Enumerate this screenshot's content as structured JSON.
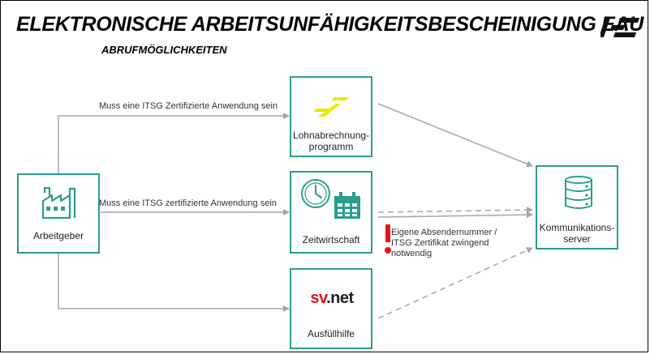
{
  "header": {
    "title": "ELEKTRONISCHE ARBEITSUNFÄHIGKEITSBESCHEINIGUNG EAU",
    "subtitle": "ABRUFMÖGLICHKEITEN"
  },
  "nodes": {
    "arbeitgeber": "Arbeitgeber",
    "lohn": "Lohnabrechnung-\nprogramm",
    "zeit": "Zeitwirtschaft",
    "ausfuell": "Ausfüllhilfe",
    "server": "Kommunikations-\nserver"
  },
  "edges": {
    "to_lohn": "Muss eine ITSG Zertifizierte Anwendung sein",
    "to_zeit": "Muss eine ITSG zertifizierte Anwendung sein"
  },
  "note": "Eigene Absendernummer / ITSG Zertifikat zwingend notwendig",
  "svnet": {
    "sv": "sv",
    "net": ".net"
  },
  "colors": {
    "teal": "#2a9d8f",
    "arrow_gray": "#a6a6a6",
    "warning_red": "#e8141c",
    "sv_red": "#d7191c",
    "lohn_yellow": "#f2e600"
  },
  "icons": [
    "factory-icon",
    "clock-icon",
    "calendar-icon",
    "database-icon",
    "company-logo-icon",
    "lohn-logo-icon"
  ]
}
